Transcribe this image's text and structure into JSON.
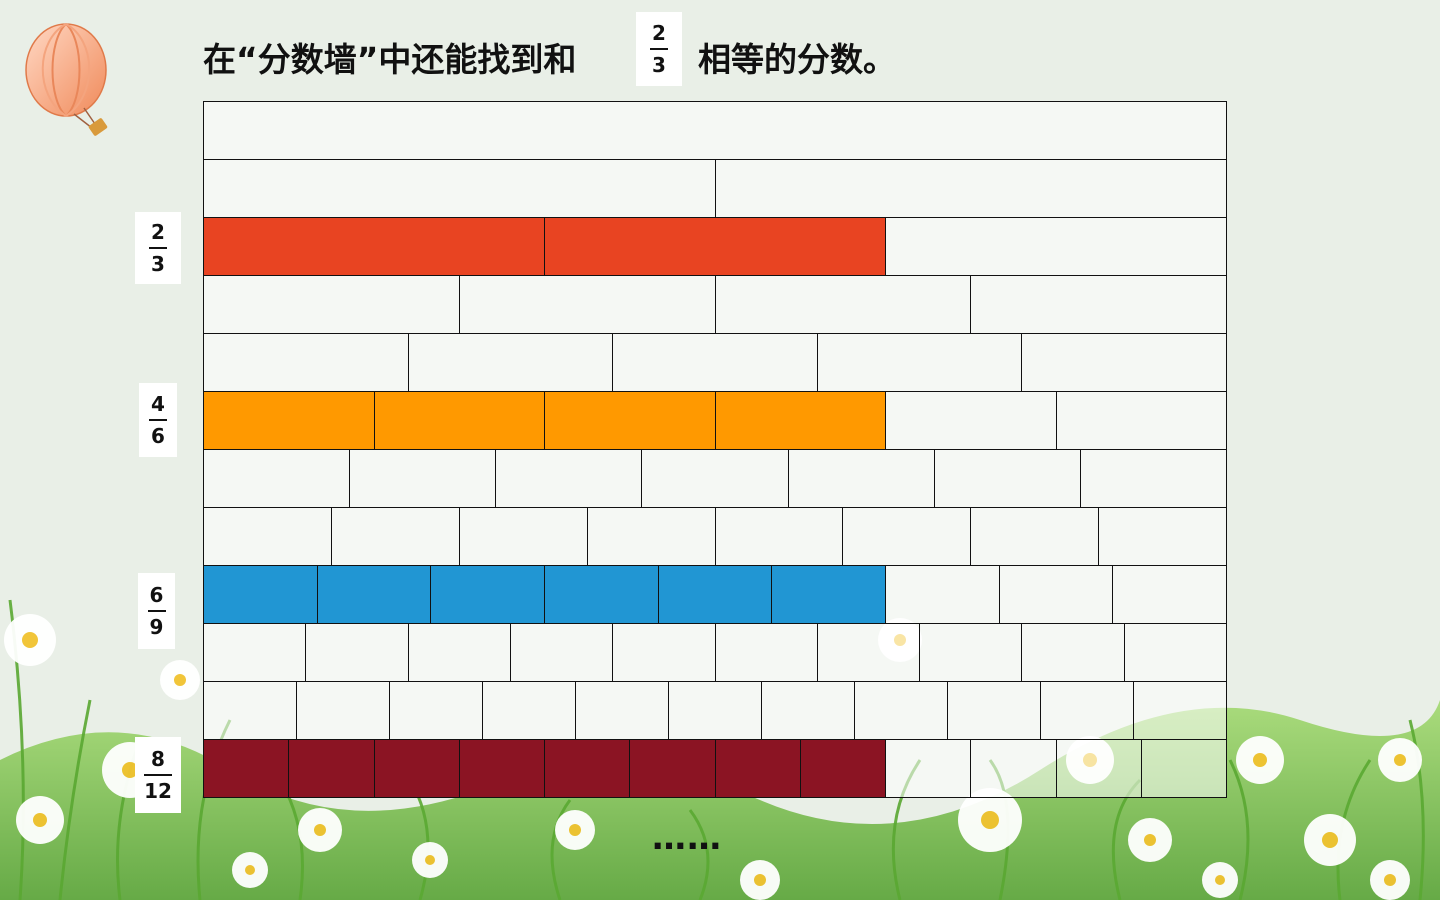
{
  "title": {
    "prefix": "在“分数墙”中还能找到和",
    "fraction": {
      "numerator": "2",
      "denominator": "3"
    },
    "suffix": "相等的分数。"
  },
  "side_fractions": [
    {
      "numerator": "2",
      "denominator": "3"
    },
    {
      "numerator": "4",
      "denominator": "6"
    },
    {
      "numerator": "6",
      "denominator": "9"
    },
    {
      "numerator": "8",
      "denominator": "12"
    }
  ],
  "wall": {
    "rows": [
      {
        "parts": 1,
        "filled": 0,
        "color": ""
      },
      {
        "parts": 2,
        "filled": 0,
        "color": ""
      },
      {
        "parts": 3,
        "filled": 2,
        "color": "#e84422"
      },
      {
        "parts": 4,
        "filled": 0,
        "color": ""
      },
      {
        "parts": 5,
        "filled": 0,
        "color": ""
      },
      {
        "parts": 6,
        "filled": 4,
        "color": "#ff9900"
      },
      {
        "parts": 7,
        "filled": 0,
        "color": ""
      },
      {
        "parts": 8,
        "filled": 0,
        "color": ""
      },
      {
        "parts": 9,
        "filled": 6,
        "color": "#2196d3"
      },
      {
        "parts": 10,
        "filled": 0,
        "color": ""
      },
      {
        "parts": 11,
        "filled": 0,
        "color": ""
      },
      {
        "parts": 12,
        "filled": 8,
        "color": "#8b1423"
      }
    ]
  },
  "ellipsis": "……",
  "colors": {
    "background": "#e9efe7",
    "border": "#111111"
  },
  "decorations": [
    "hot-air-balloon-icon",
    "daisy-meadow"
  ]
}
